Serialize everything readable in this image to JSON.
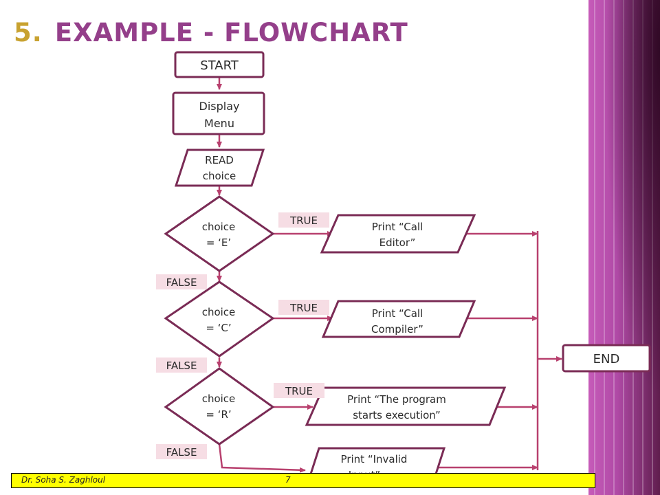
{
  "title": {
    "number": "5.",
    "text": "EXAMPLE - FLOWCHART"
  },
  "colors": {
    "title": "#943f8a",
    "title_number": "#c8a230",
    "shape_border": "#7a2b55",
    "arrow": "#b8406e",
    "label_bg": "#f6dde4",
    "footer_bg": "#ffff00"
  },
  "flowchart": {
    "start": "START",
    "display_menu": [
      "Display",
      "Menu"
    ],
    "read_choice": [
      "READ",
      "choice"
    ],
    "decision_e": [
      "choice",
      "= ‘E’"
    ],
    "decision_c": [
      "choice",
      "= ‘C’"
    ],
    "decision_r": [
      "choice",
      "= ‘R’"
    ],
    "print_editor": [
      "Print “Call",
      "Editor”"
    ],
    "print_compiler": [
      "Print “Call",
      "Compiler”"
    ],
    "print_execution": [
      "Print “The program",
      "starts execution”"
    ],
    "print_invalid": [
      "Print “Invalid",
      "Input”"
    ],
    "end": "END",
    "true_label": "TRUE",
    "false_label": "FALSE"
  },
  "footer": {
    "author": "Dr. Soha S. Zaghloul",
    "page": "7"
  }
}
